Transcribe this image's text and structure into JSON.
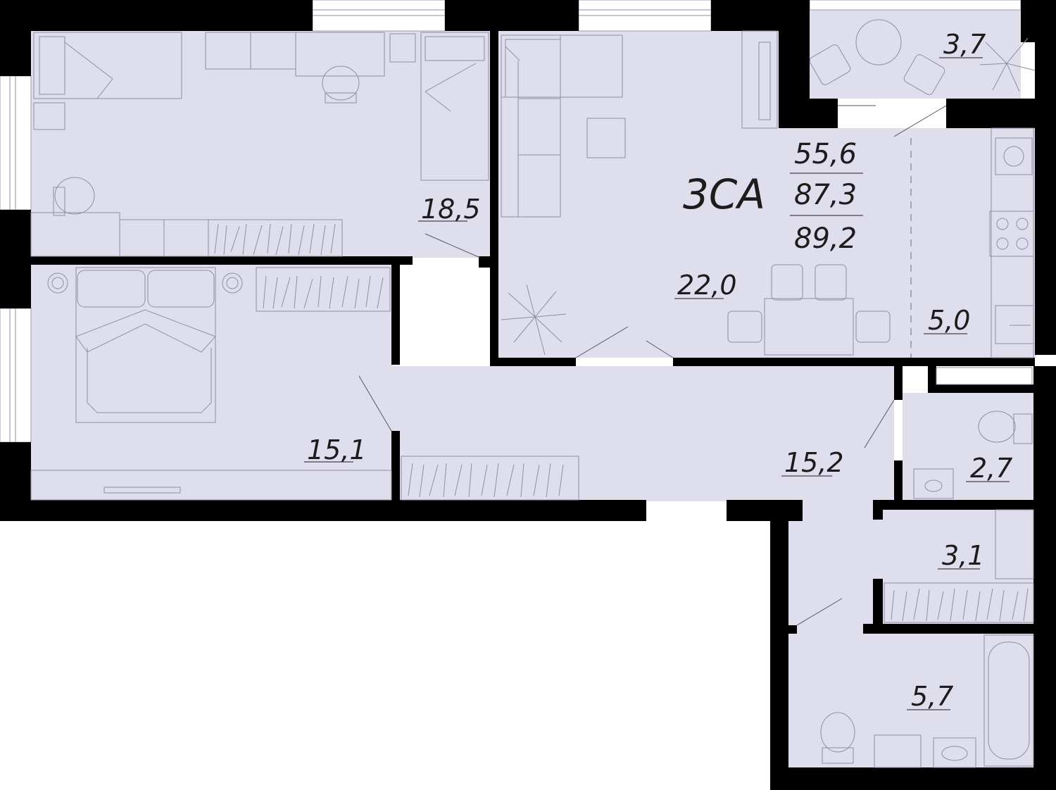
{
  "plan": {
    "apartment_type": "3СА",
    "areas_summary": [
      "55,6",
      "87,3",
      "89,2"
    ],
    "rooms": [
      {
        "id": "bedroom-top",
        "area": "18,5"
      },
      {
        "id": "bedroom-bottom",
        "area": "15,1"
      },
      {
        "id": "living-room",
        "area": "22,0"
      },
      {
        "id": "kitchen",
        "area": "5,0"
      },
      {
        "id": "balcony",
        "area": "3,7"
      },
      {
        "id": "hallway",
        "area": "15,2"
      },
      {
        "id": "toilet",
        "area": "2,7"
      },
      {
        "id": "storage",
        "area": "3,1"
      },
      {
        "id": "bathroom",
        "area": "5,7"
      }
    ],
    "colors": {
      "floor": "#dfdeed",
      "wall": "#000000",
      "furniture": "#8f8ea3"
    }
  }
}
